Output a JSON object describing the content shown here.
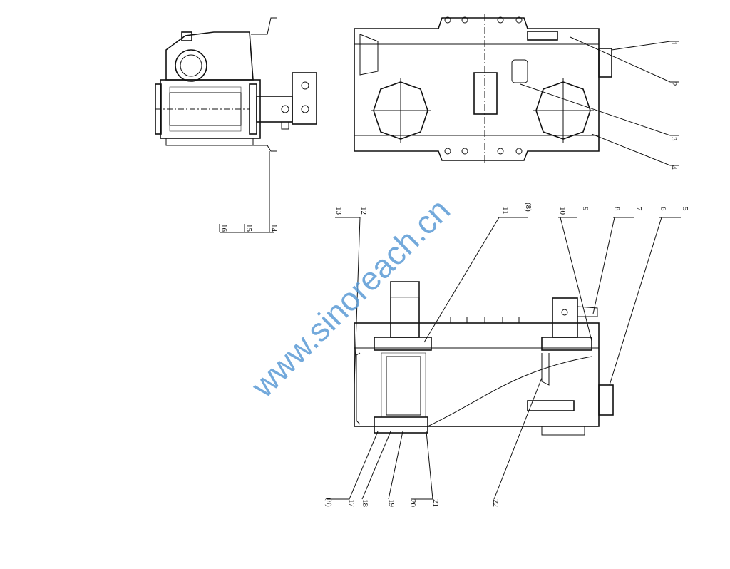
{
  "watermark": "www.sinoreach.cn",
  "callouts": {
    "c1": "1",
    "c2": "2",
    "c3": "3",
    "c4": "4",
    "c5": "5",
    "c6": "6",
    "c7": "7",
    "c8": "8",
    "c9": "9",
    "c10": "10",
    "c11": "11",
    "c8_top": "(8)",
    "c12": "12",
    "c13": "13",
    "c14": "14",
    "c15": "15",
    "c16": "16",
    "c8_bottom": "(8)",
    "c17": "17",
    "c18": "18",
    "c19": "19",
    "c20": "20",
    "c21": "21",
    "c22": "22"
  }
}
